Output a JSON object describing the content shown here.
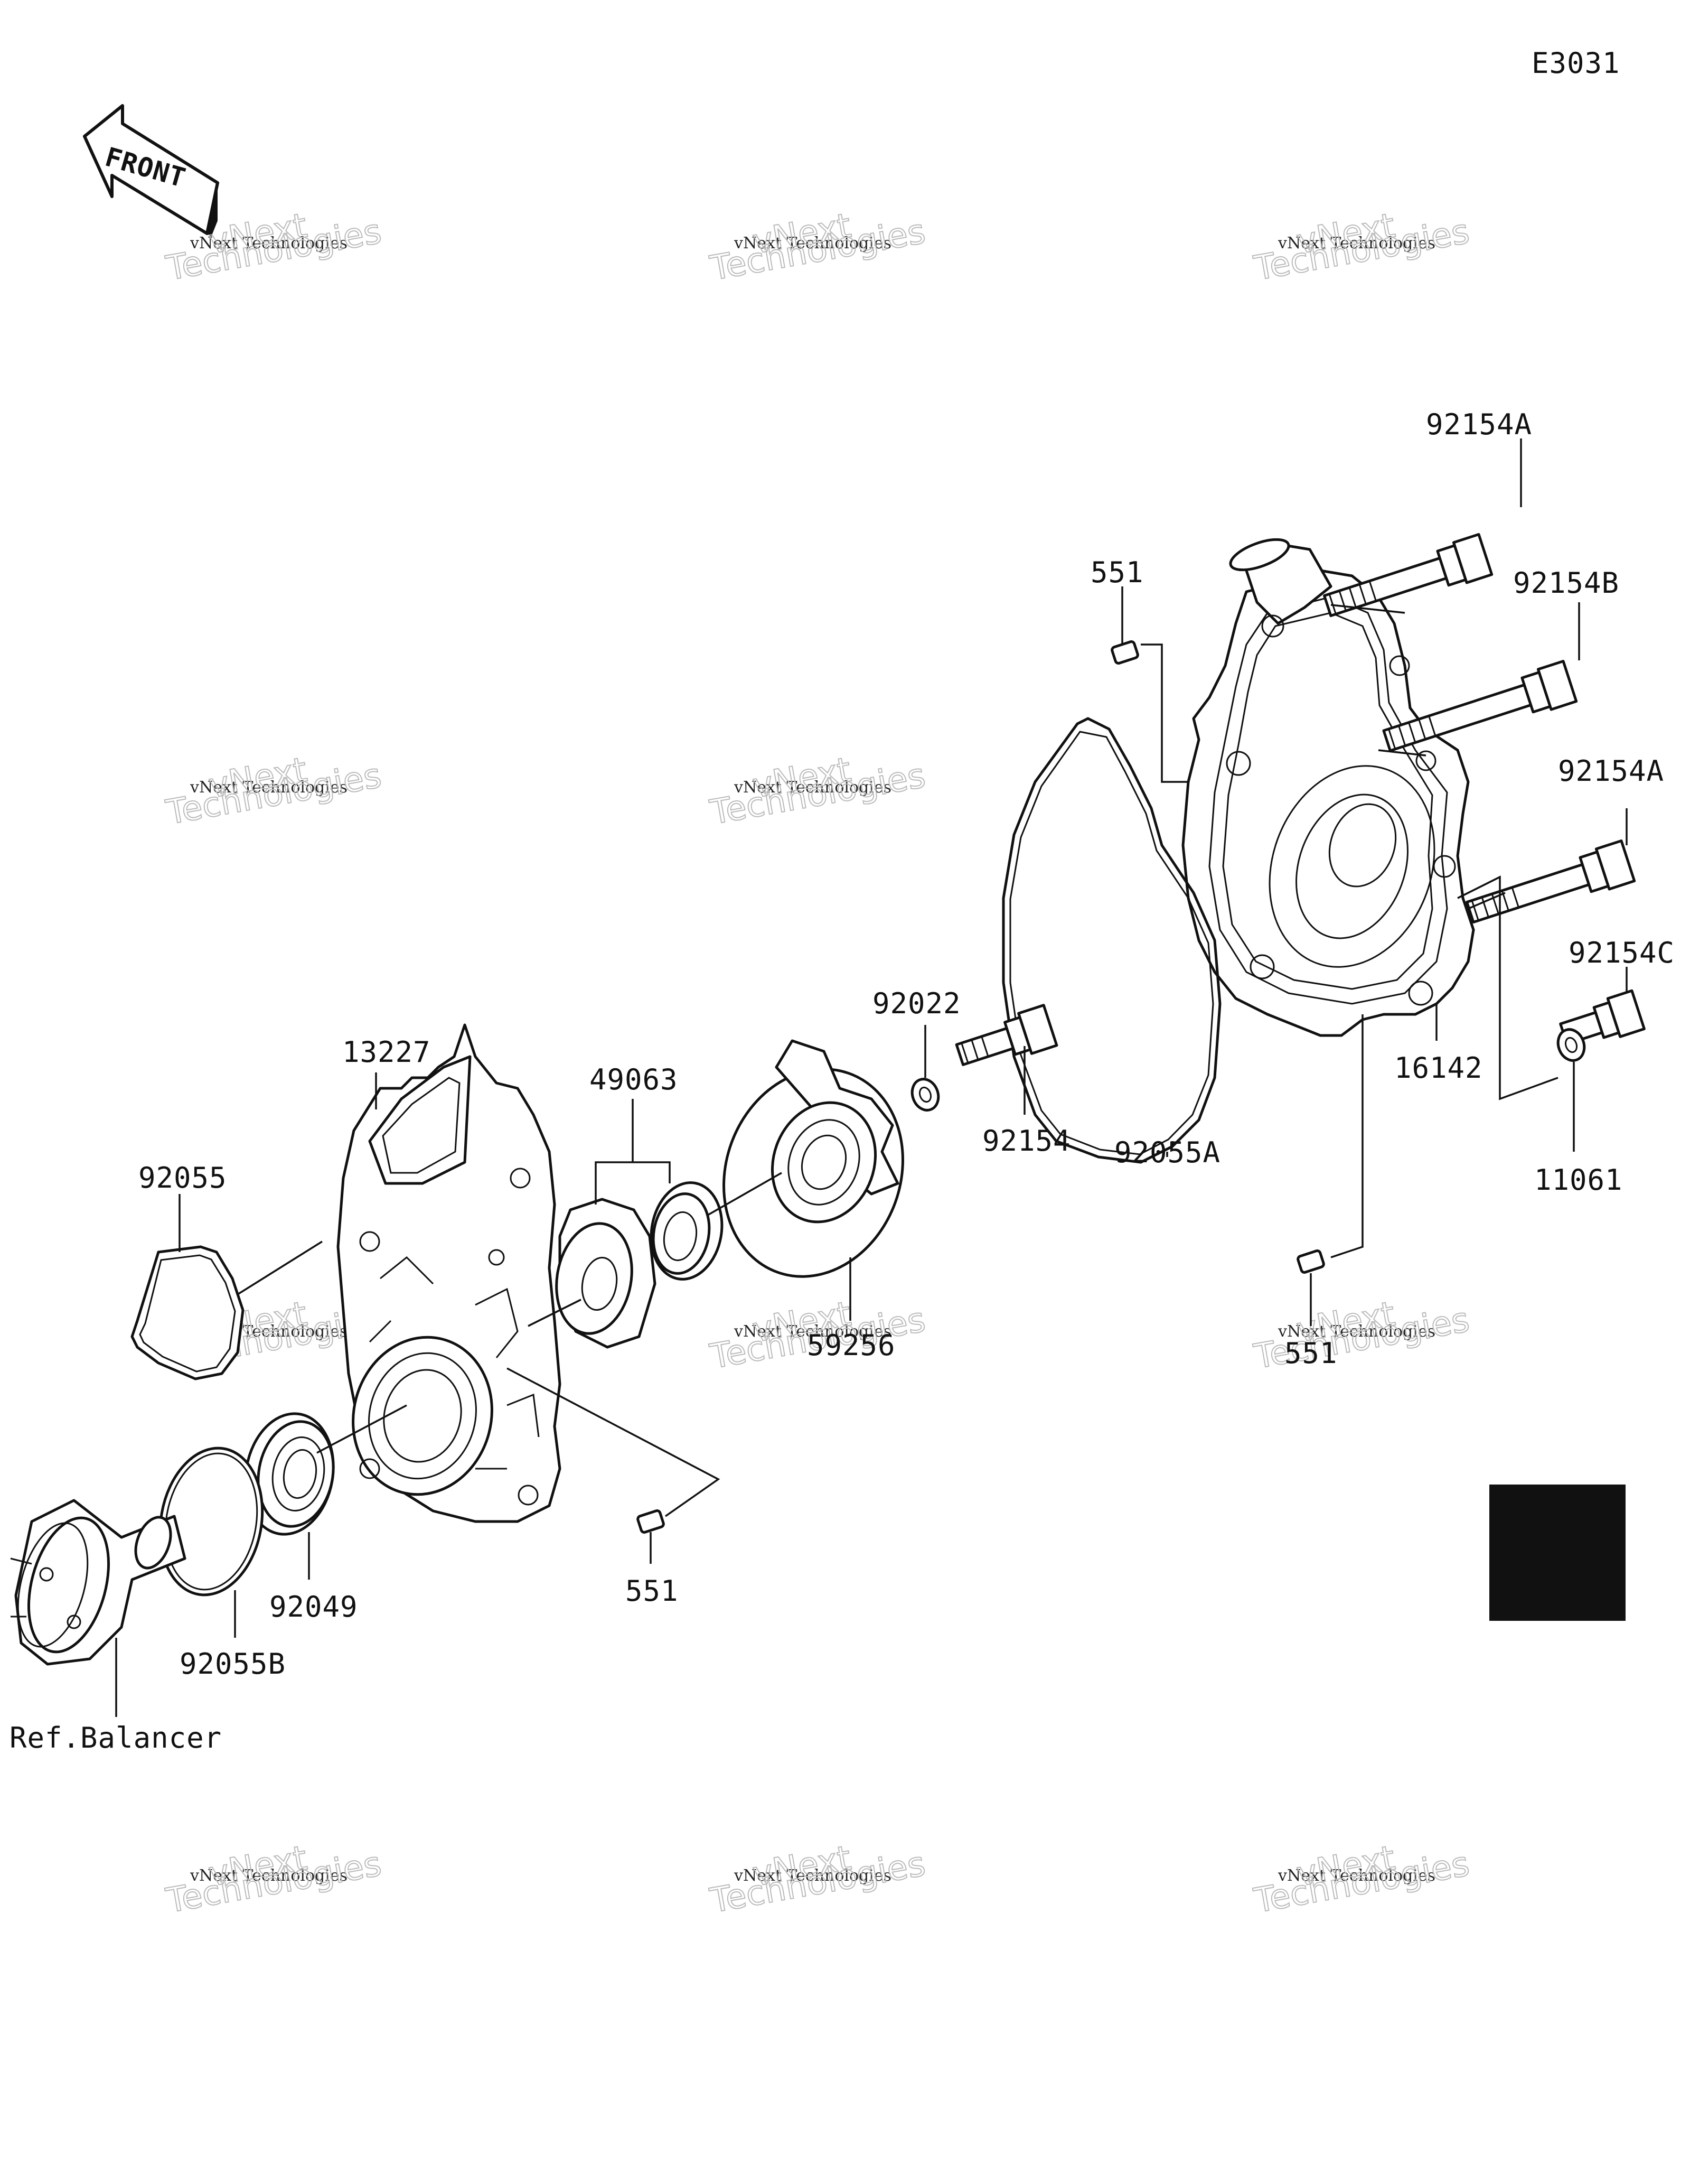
{
  "diagram": {
    "code": "E3031",
    "front_label": "FRONT",
    "ref_label": "Ref.Balancer",
    "watermark": {
      "line1": "vNext Technologies",
      "line2": "Technologies",
      "line3": "vNext"
    }
  },
  "parts": [
    {
      "number": "92154A",
      "name": "bolt-top"
    },
    {
      "number": "551",
      "name": "dowel-pin-top"
    },
    {
      "number": "92154B",
      "name": "bolt-middle"
    },
    {
      "number": "92154A",
      "name": "bolt-lower"
    },
    {
      "number": "92154C",
      "name": "bolt-small"
    },
    {
      "number": "92022",
      "name": "washer"
    },
    {
      "number": "13227",
      "name": "plate"
    },
    {
      "number": "49063",
      "name": "seal-set"
    },
    {
      "number": "92055",
      "name": "o-ring-triangle"
    },
    {
      "number": "92154",
      "name": "bolt-short"
    },
    {
      "number": "92055A",
      "name": "gasket-large"
    },
    {
      "number": "16142",
      "name": "pump-cover"
    },
    {
      "number": "11061",
      "name": "gasket-washer"
    },
    {
      "number": "59256",
      "name": "impeller"
    },
    {
      "number": "551",
      "name": "dowel-pin-right"
    },
    {
      "number": "92049",
      "name": "oil-seal"
    },
    {
      "number": "551",
      "name": "dowel-pin-bottom"
    },
    {
      "number": "92055B",
      "name": "o-ring-round"
    }
  ]
}
